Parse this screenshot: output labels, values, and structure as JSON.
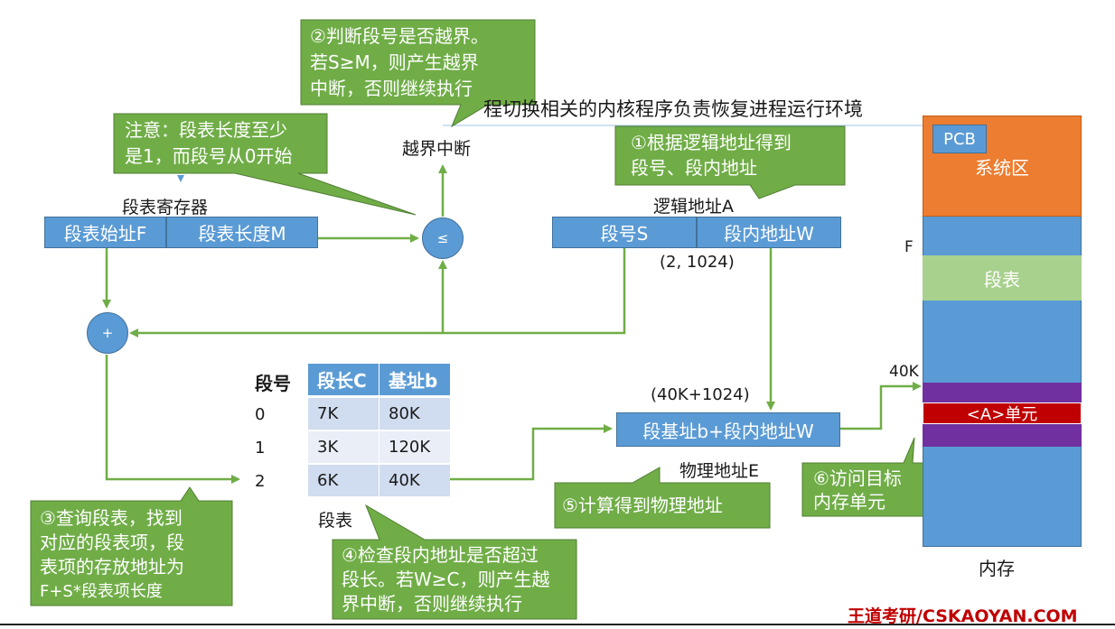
{
  "top_banner_text": "程切换相关的内核程序负责恢复进程运行环境",
  "segment_register": {
    "title": "段表寄存器",
    "start_label": "段表始址F",
    "length_label": "段表长度M"
  },
  "compare_symbol": "≤",
  "add_symbol": "+",
  "overflow_interrupt": "越界中断",
  "logical_address": {
    "title": "逻辑地址A",
    "seg_label": "段号S",
    "offset_label": "段内地址W",
    "example": "(2, 1024)"
  },
  "segment_table": {
    "headers": [
      "段号",
      "段长C",
      "基址b"
    ],
    "rows": [
      {
        "no": "0",
        "length": "7K",
        "base": "80K"
      },
      {
        "no": "1",
        "length": "3K",
        "base": "120K"
      },
      {
        "no": "2",
        "length": "6K",
        "base": "40K"
      }
    ],
    "caption": "段表"
  },
  "physical_address": {
    "formula": "段基址b+段内地址W",
    "example": "(40K+1024)",
    "title": "物理地址E"
  },
  "memory": {
    "pcb": "PCB",
    "system_area": "系统区",
    "f_marker": "F",
    "segment_table": "段表",
    "marker_40k": "40K",
    "unit": "<A>单元",
    "caption": "内存"
  },
  "callouts": {
    "step1": [
      "①根据逻辑地址得到",
      "段号、段内地址"
    ],
    "step2": [
      "②判断段号是否越界。",
      "若S≥M，则产生越界",
      "中断，否则继续执行"
    ],
    "note": [
      "注意：段表长度至少",
      "是1，而段号从0开始"
    ],
    "step3": [
      "③查询段表，找到",
      "对应的段表项，段",
      "表项的存放地址为",
      "F+S*段表项长度"
    ],
    "step4": [
      "④检查段内地址是否超过",
      "段长。若W≥C，则产生越",
      "界中断，否则继续执行"
    ],
    "step5": [
      "⑤计算得到物理地址"
    ],
    "step6": [
      "⑥访问目标",
      "内存单元"
    ]
  },
  "watermark": "王道考研/CSKAOYAN.COM",
  "colors": {
    "blue": "#5b9bd5",
    "callout_green": "#70ad47",
    "arrow_green": "#70ad47",
    "memory_orange": "#ed7d31",
    "memory_light_green": "#a9d18e",
    "memory_purple": "#7030a0",
    "memory_red": "#c00000",
    "watermark_red": "#c00000"
  }
}
